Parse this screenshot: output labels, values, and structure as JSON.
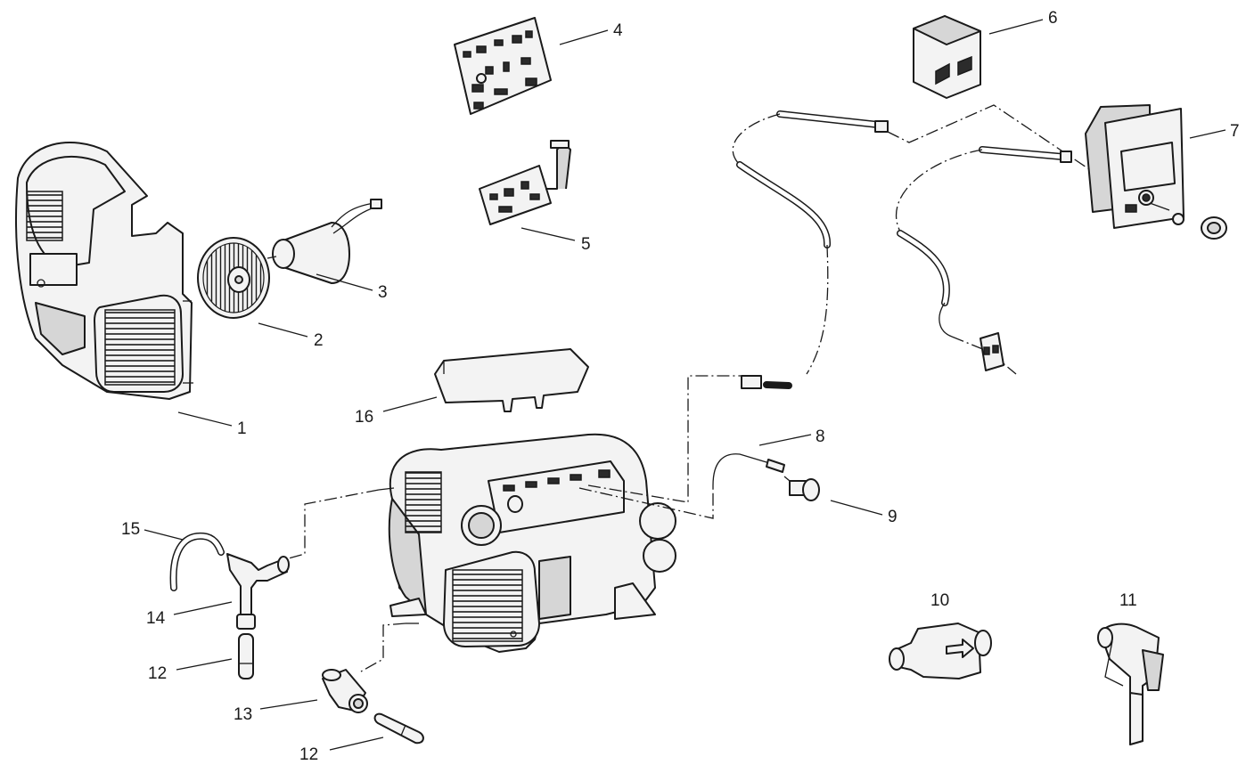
{
  "callouts": [
    {
      "number": "1"
    },
    {
      "number": "2"
    },
    {
      "number": "3"
    },
    {
      "number": "4"
    },
    {
      "number": "5"
    },
    {
      "number": "6"
    },
    {
      "number": "7"
    },
    {
      "number": "8"
    },
    {
      "number": "9"
    },
    {
      "number": "10"
    },
    {
      "number": "11"
    },
    {
      "number": "12"
    },
    {
      "number": "13"
    },
    {
      "number": "14"
    },
    {
      "number": "15"
    },
    {
      "number": "16"
    },
    {
      "number": "12"
    }
  ]
}
